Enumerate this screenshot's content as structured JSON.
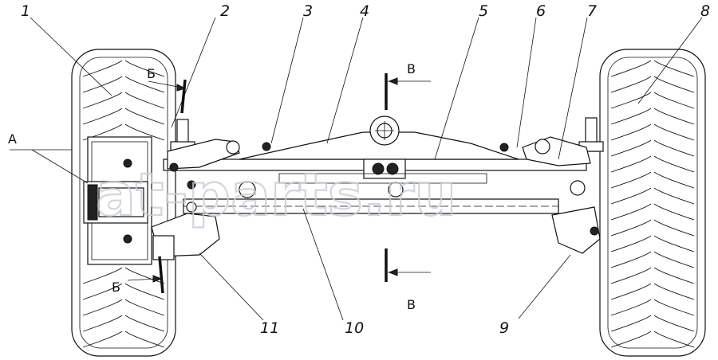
{
  "callouts": {
    "c1": "1",
    "c2": "2",
    "c3": "3",
    "c4": "4",
    "c5": "5",
    "c6": "6",
    "c7": "7",
    "c8": "8",
    "c9": "9",
    "c10": "10",
    "c11": "11"
  },
  "view_letters": {
    "a": "А",
    "b_top": "Б",
    "b_bottom": "Б",
    "v_top": "В",
    "v_bottom": "В"
  },
  "watermark": "at-parts.ru",
  "colors": {
    "line": "#111111",
    "watermark": "#c9ccd2",
    "background": "#ffffff"
  }
}
